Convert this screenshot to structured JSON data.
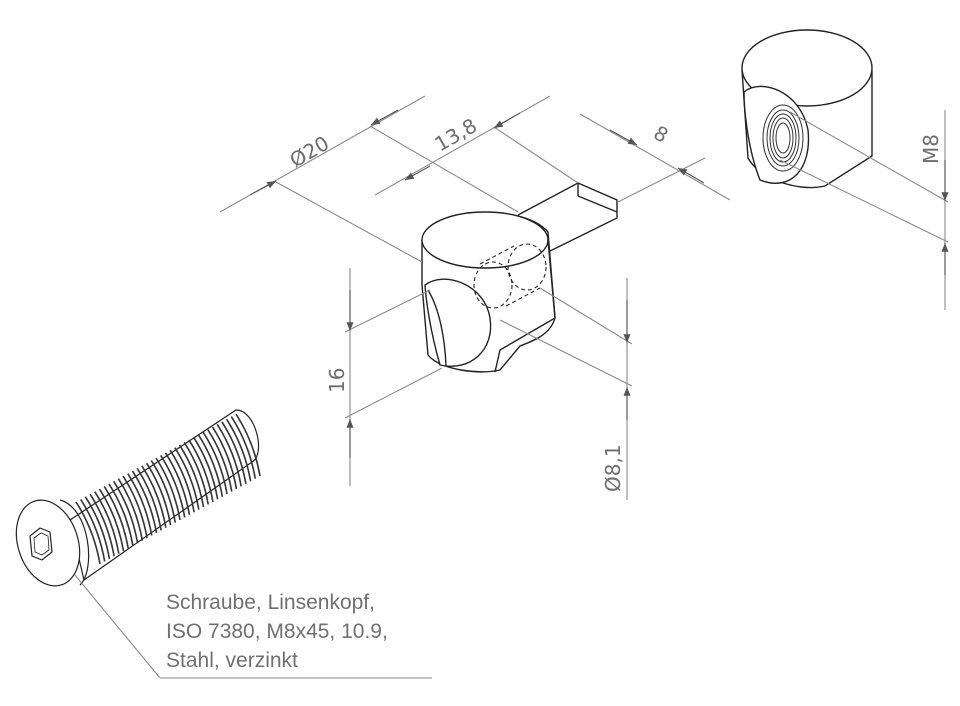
{
  "dimensions": {
    "diameter_body": "Ø20",
    "length_body": "13,8",
    "pin_width": "8",
    "height": "16",
    "bore_diameter": "Ø8,1",
    "thread": "M8"
  },
  "callout": {
    "lines": [
      "Schraube, Linsenkopf,",
      "ISO 7380, M8x45, 10.9,",
      "Stahl, verzinkt"
    ]
  },
  "colors": {
    "line": "#555555",
    "dimension": "#8a8a8a",
    "text": "#6e6e6e",
    "thread": "#3a3a3a"
  }
}
